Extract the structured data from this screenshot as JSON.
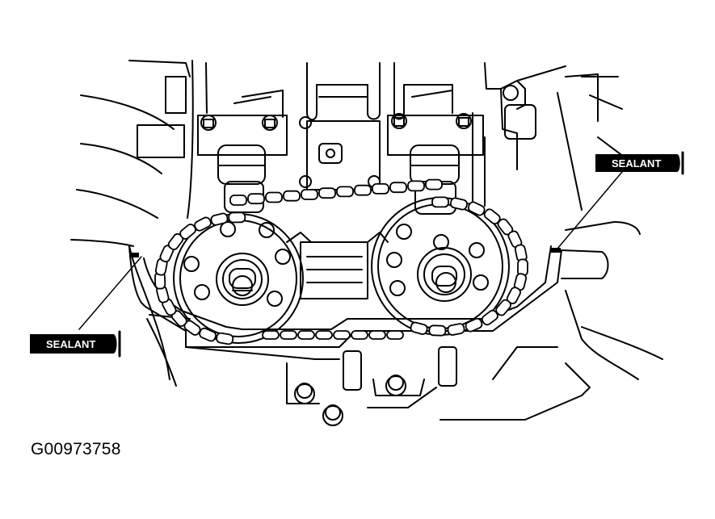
{
  "labels": {
    "sealant_right": "SEALANT",
    "sealant_left": "SEALANT"
  },
  "figure_id": "G00973758",
  "colors": {
    "ink": "#000000",
    "paper": "#ffffff"
  }
}
